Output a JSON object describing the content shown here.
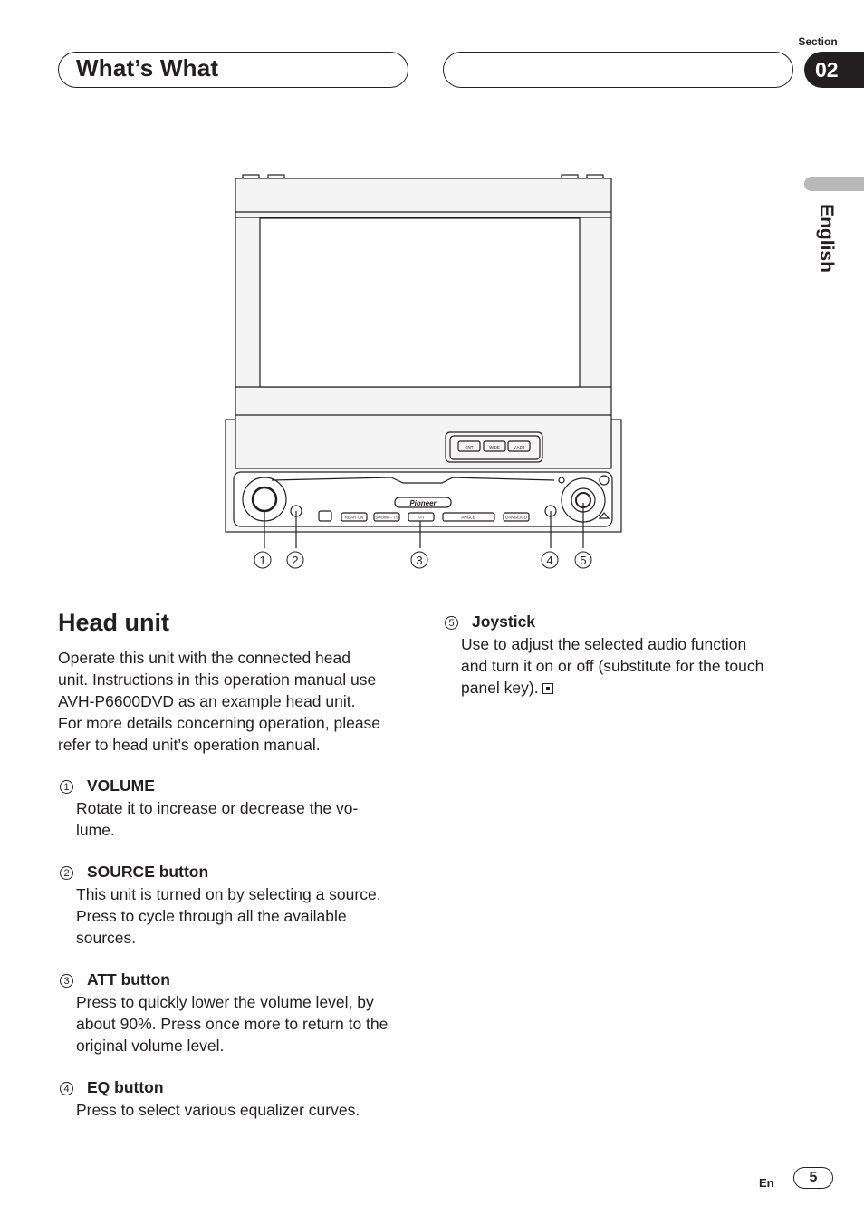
{
  "header": {
    "title": "What’s What",
    "section_label": "Section",
    "section_number": "02"
  },
  "sidebar": {
    "language": "English"
  },
  "figure": {
    "brand": "Pioneer",
    "top_buttons": [
      "ENT",
      "WIDE",
      "V.ADJ"
    ],
    "bottom_buttons": [
      "REAR ON",
      "SHOW/←TS",
      "ATT",
      "ANGLE",
      "DANGE/CD"
    ],
    "callouts": [
      "1",
      "2",
      "3",
      "4",
      "5"
    ]
  },
  "main": {
    "heading": "Head unit",
    "intro": [
      "Operate this unit with the connected head",
      "unit. Instructions in this operation manual use",
      "AVH-P6600DVD as an example head unit.",
      "For more details concerning operation, please",
      "refer to head unit’s operation manual."
    ],
    "items": [
      {
        "num": "1",
        "title": "VOLUME",
        "lines": [
          "Rotate it to increase or decrease the vo-",
          "lume."
        ]
      },
      {
        "num": "2",
        "title": "SOURCE button",
        "lines": [
          "This unit is turned on by selecting a source.",
          "Press to cycle through all the available",
          "sources."
        ]
      },
      {
        "num": "3",
        "title": "ATT button",
        "lines": [
          "Press to quickly lower the volume level, by",
          "about 90%. Press once more to return to the",
          "original volume level."
        ]
      },
      {
        "num": "4",
        "title": "EQ button",
        "lines": [
          "Press to select various equalizer curves."
        ]
      },
      {
        "num": "5",
        "title": "Joystick",
        "lines": [
          "Use to adjust the selected audio function",
          "and turn it on or off (substitute for the touch",
          "panel key)."
        ]
      }
    ]
  },
  "footer": {
    "lang_code": "En",
    "page": "5"
  }
}
